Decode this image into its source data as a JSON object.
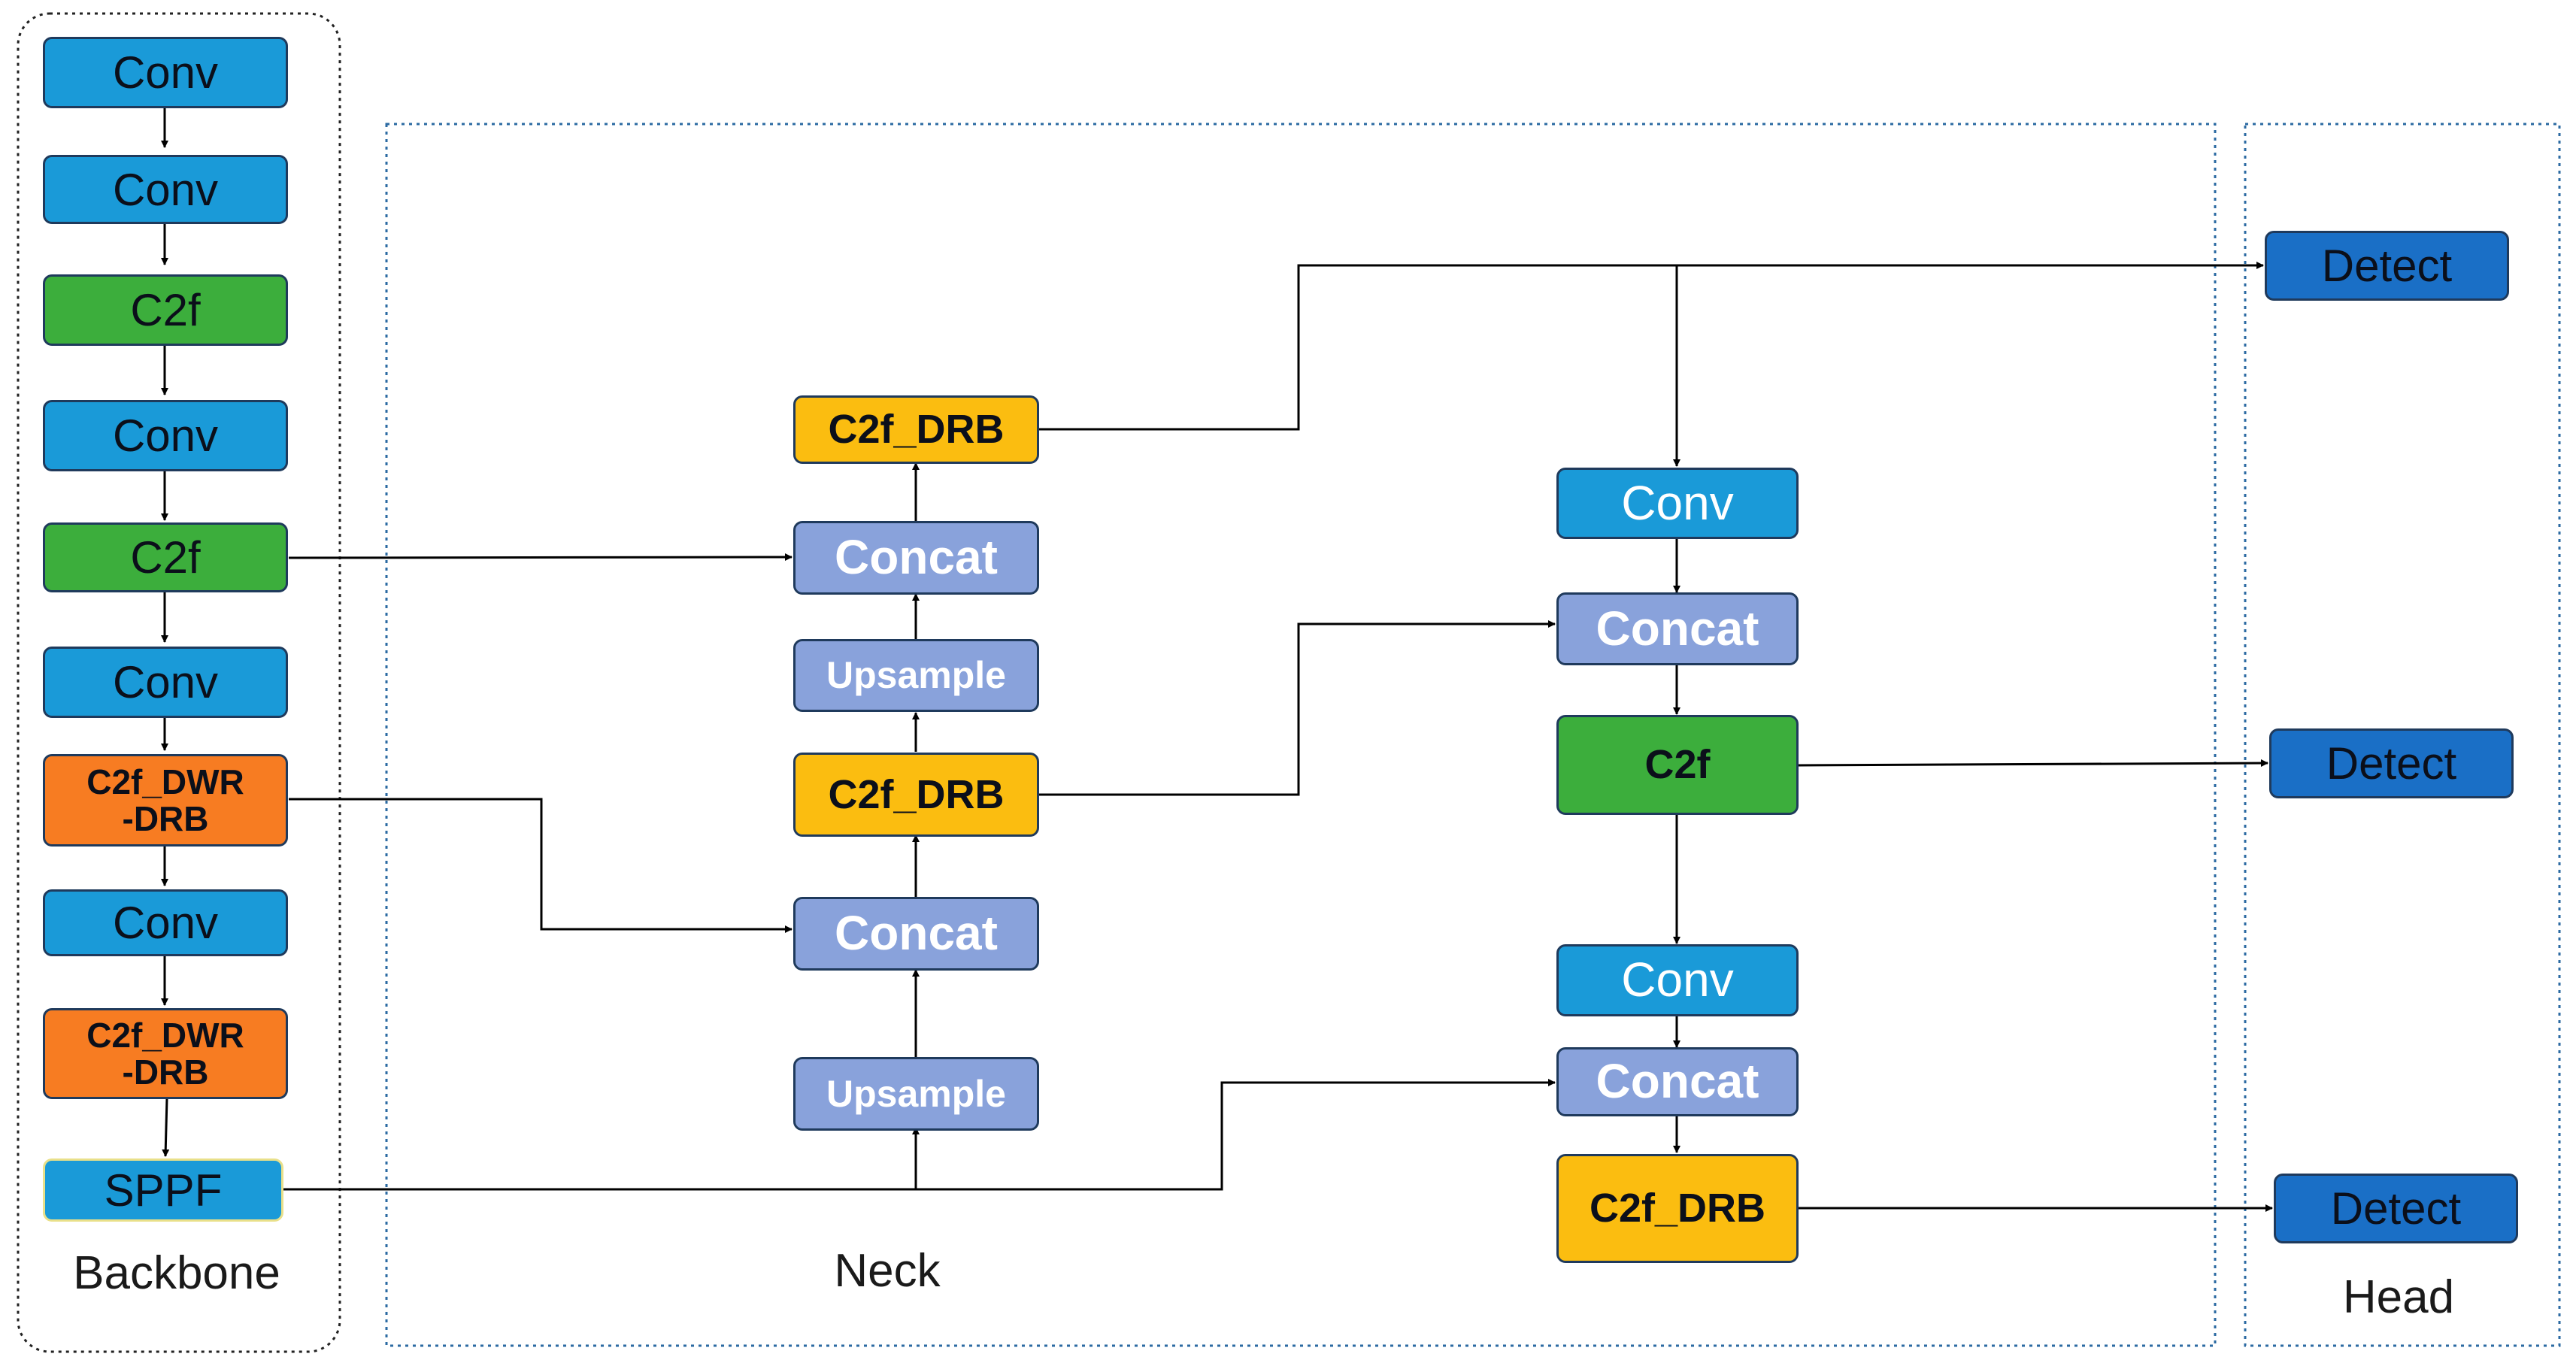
{
  "sections": {
    "backbone": "Backbone",
    "neck": "Neck",
    "head": "Head"
  },
  "backbone": {
    "conv1": "Conv",
    "conv2": "Conv",
    "c2f1": "C2f",
    "conv3": "Conv",
    "c2f2": "C2f",
    "conv4": "Conv",
    "dwr1_l1": "C2f_DWR",
    "dwr1_l2": "-DRB",
    "conv5": "Conv",
    "dwr2_l1": "C2f_DWR",
    "dwr2_l2": "-DRB",
    "sppf": "SPPF"
  },
  "neck": {
    "drb_top": "C2f_DRB",
    "concat_top": "Concat",
    "upsample_top": "Upsample",
    "drb_mid": "C2f_DRB",
    "concat_mid": "Concat",
    "upsample_bottom": "Upsample",
    "conv_right_top": "Conv",
    "concat_right_top": "Concat",
    "c2f_right": "C2f",
    "conv_right_bottom": "Conv",
    "concat_right_bottom": "Concat",
    "drb_right": "C2f_DRB"
  },
  "head": {
    "detect1": "Detect",
    "detect2": "Detect",
    "detect3": "Detect"
  },
  "colors": {
    "conv": "#1a9ad8",
    "c2f": "#3cae3c",
    "c2f_dwr_drb": "#f77c22",
    "c2f_drb": "#fbbd10",
    "concat_upsample": "#89a2db",
    "detect": "#1a6fc6"
  }
}
